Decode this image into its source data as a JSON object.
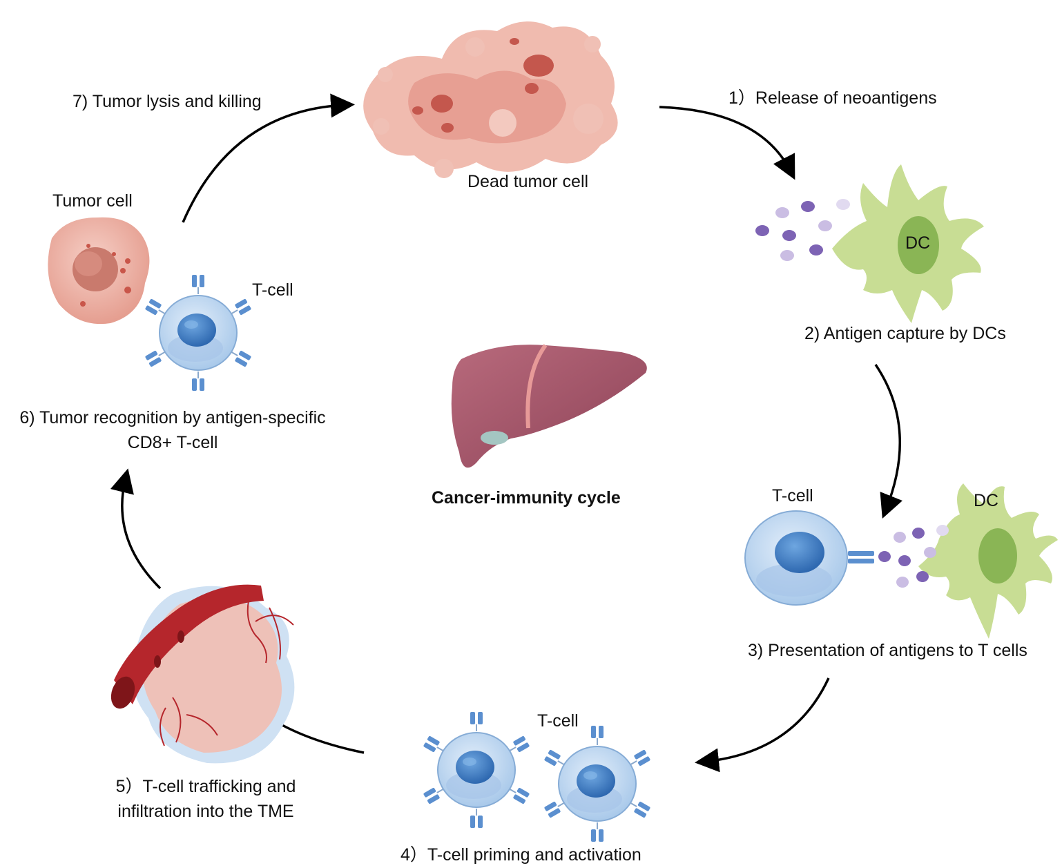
{
  "diagram": {
    "center_title": "Cancer-immunity cycle",
    "steps": {
      "s1": "1）Release of neoantigens",
      "s2": "2) Antigen capture by DCs",
      "s3": "3) Presentation of antigens to T cells",
      "s4": "4）T-cell priming and activation",
      "s5_line1": "5）T-cell trafficking and",
      "s5_line2": "infiltration into the TME",
      "s6_line1": "6) Tumor recognition by antigen-specific",
      "s6_line2": "CD8+ T-cell",
      "s7": "7) Tumor lysis and killing"
    },
    "cell_labels": {
      "dead_tumor": "Dead tumor cell",
      "dc_top": "DC",
      "dc_right": "DC",
      "tcell_right": "T-cell",
      "tcell_bottom": "T-cell",
      "tumor_cell": "Tumor cell",
      "tcell_left": "T-cell"
    },
    "icons": [
      "dead-tumor-cell-icon",
      "dendritic-cell-icon",
      "antigen-dots-icon",
      "t-cell-icon",
      "tumor-cell-icon",
      "blood-vessel-icon",
      "liver-icon",
      "cycle-arrow-icon"
    ],
    "colors": {
      "tumor_pink": "#e7a89c",
      "dc_green": "#c4da8c",
      "tcell_blue": "#bcd6f0",
      "nucleus_blue": "#3f7fc6",
      "antigen_purple": "#7d63b4",
      "vessel_red": "#b5262c",
      "liver": "#a8566b",
      "arrow": "#000000"
    }
  }
}
